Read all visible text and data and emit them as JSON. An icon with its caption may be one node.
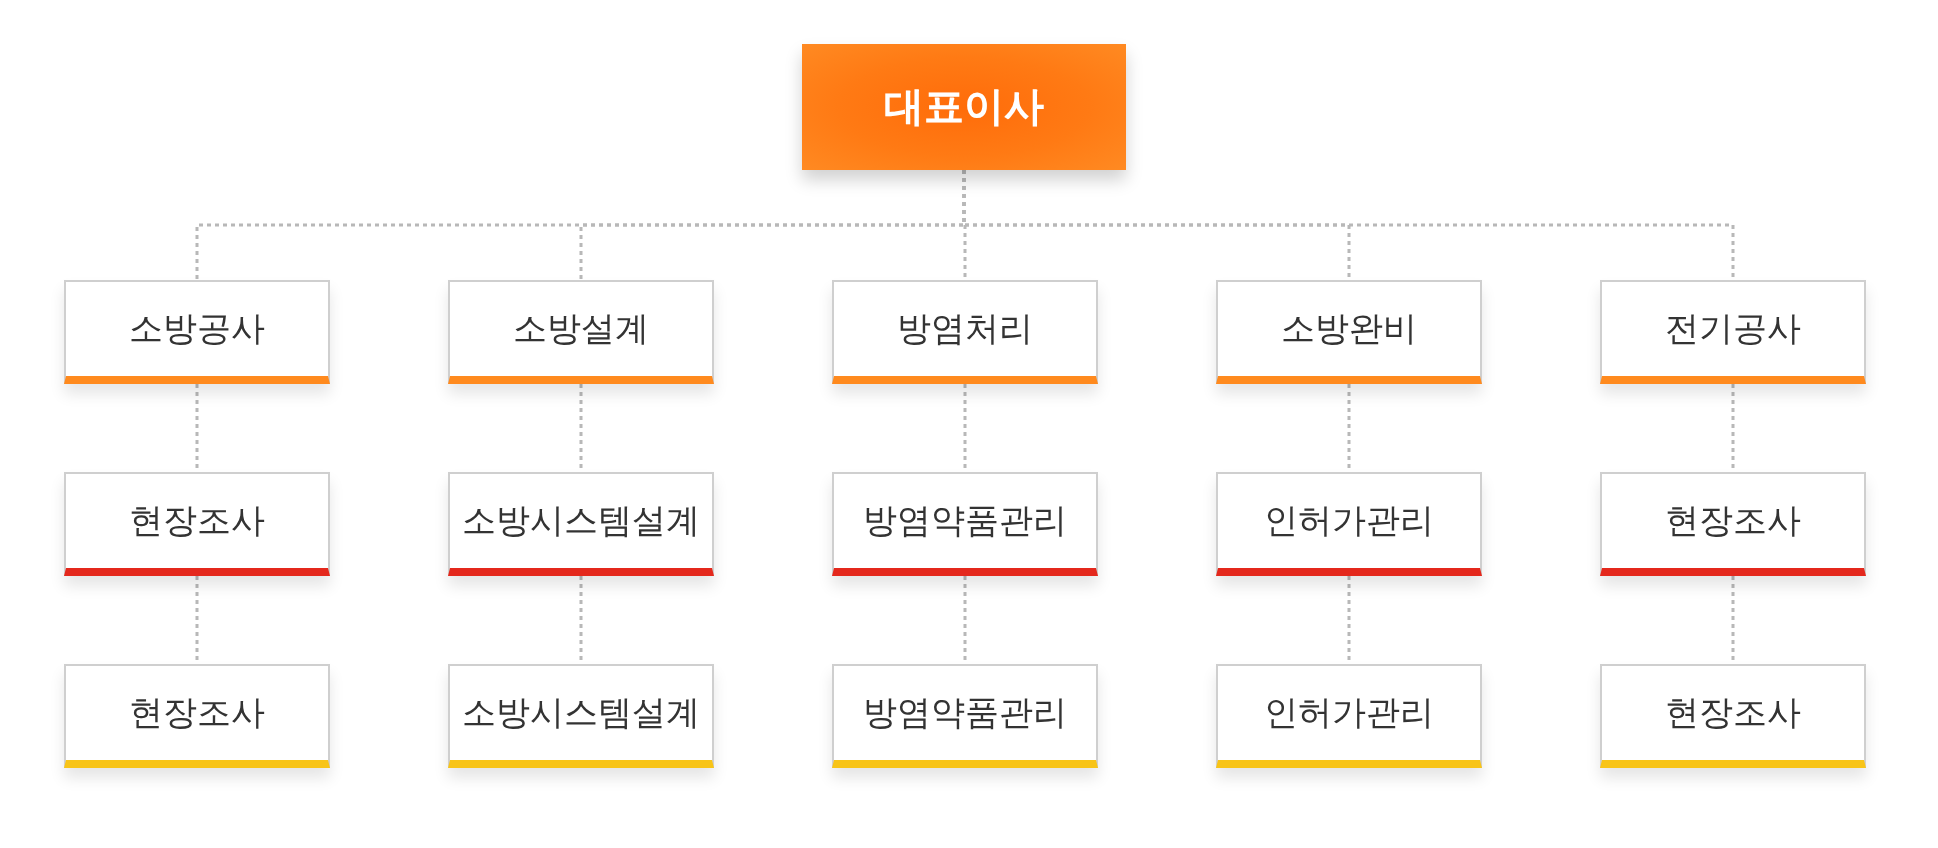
{
  "diagram": {
    "nodes": [
      {
        "text": [
          "대표이사"
        ]
      },
      {
        "text": [
          "소방공사"
        ]
      },
      {
        "text": [
          "소방설계"
        ]
      },
      {
        "text": [
          "방염처리"
        ]
      },
      {
        "text": [
          "소방완비"
        ]
      },
      {
        "text": [
          "전기공사"
        ]
      },
      {
        "text": [
          "현장조사"
        ]
      },
      {
        "text": [
          "소방시스템설계"
        ]
      },
      {
        "text": [
          "방염약품관리"
        ]
      },
      {
        "text": [
          "인허가관리"
        ]
      },
      {
        "text": [
          "현장조사"
        ]
      },
      {
        "text": [
          "현장조사"
        ]
      },
      {
        "text": [
          "소방시스템설계"
        ]
      },
      {
        "text": [
          "방염약품관리"
        ]
      },
      {
        "text": [
          "인허가관리"
        ]
      },
      {
        "text": [
          "현장조사"
        ]
      }
    ],
    "edges": [
      {
        "from": 0,
        "to": 1,
        "arrow": "none",
        "style": "dashed"
      },
      {
        "from": 0,
        "to": 2,
        "arrow": "none",
        "style": "dashed"
      },
      {
        "from": 0,
        "to": 3,
        "arrow": "none",
        "style": "dashed"
      },
      {
        "from": 0,
        "to": 4,
        "arrow": "none",
        "style": "dashed"
      },
      {
        "from": 0,
        "to": 5,
        "arrow": "none",
        "style": "dashed"
      },
      {
        "from": 1,
        "to": 6,
        "arrow": "none",
        "style": "dashed"
      },
      {
        "from": 6,
        "to": 11,
        "arrow": "none",
        "style": "dashed"
      },
      {
        "from": 2,
        "to": 7,
        "arrow": "none",
        "style": "dashed"
      },
      {
        "from": 7,
        "to": 12,
        "arrow": "none",
        "style": "dashed"
      },
      {
        "from": 3,
        "to": 8,
        "arrow": "none",
        "style": "dashed"
      },
      {
        "from": 8,
        "to": 13,
        "arrow": "none",
        "style": "dashed"
      },
      {
        "from": 4,
        "to": 9,
        "arrow": "none",
        "style": "dashed"
      },
      {
        "from": 9,
        "to": 14,
        "arrow": "none",
        "style": "dashed"
      },
      {
        "from": 5,
        "to": 10,
        "arrow": "none",
        "style": "dashed"
      },
      {
        "from": 10,
        "to": 15,
        "arrow": "none",
        "style": "dashed"
      }
    ]
  }
}
